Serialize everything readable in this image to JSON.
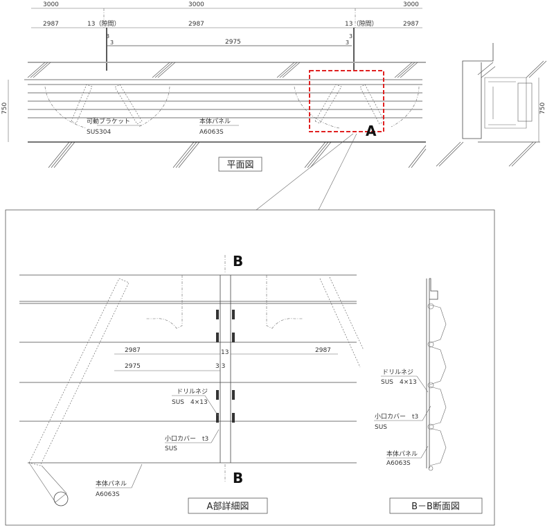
{
  "plan": {
    "dim_total": [
      "3000",
      "3000",
      "3000"
    ],
    "dim_panel": [
      "2987",
      "2987",
      "2987"
    ],
    "gap": [
      "13（隙間）",
      "13（隙間）"
    ],
    "small": [
      "3",
      "3",
      "3",
      "3"
    ],
    "dim_inner": "2975",
    "depth": "750",
    "bracket_name": "可動ブラケット",
    "bracket_mat": "SUS304",
    "panel_name": "本体パネル",
    "panel_mat": "A6063S",
    "callout": "A",
    "title": "平面図"
  },
  "side": {
    "depth": "750"
  },
  "detail": {
    "section_mark": [
      "B",
      "B"
    ],
    "dim_left": "2987",
    "dim_right": "2987",
    "gap": "13",
    "dim_inner": "2975",
    "small": "3  3",
    "screw_name": "ドリルネジ",
    "screw_spec": "SUS　4×13",
    "cover_name": "小口カバー　t3",
    "cover_mat": "SUS",
    "panel_name": "本体パネル",
    "panel_mat": "A6063S",
    "title": "A部詳細図"
  },
  "section": {
    "screw_name": "ドリルネジ",
    "screw_spec": "SUS　4×13",
    "cover_name": "小口カバー　t3",
    "cover_mat": "SUS",
    "panel_name": "本体パネル",
    "panel_mat": "A6063S",
    "title": "B－B断面図"
  },
  "colors": {
    "callout_box": "#e02020"
  }
}
